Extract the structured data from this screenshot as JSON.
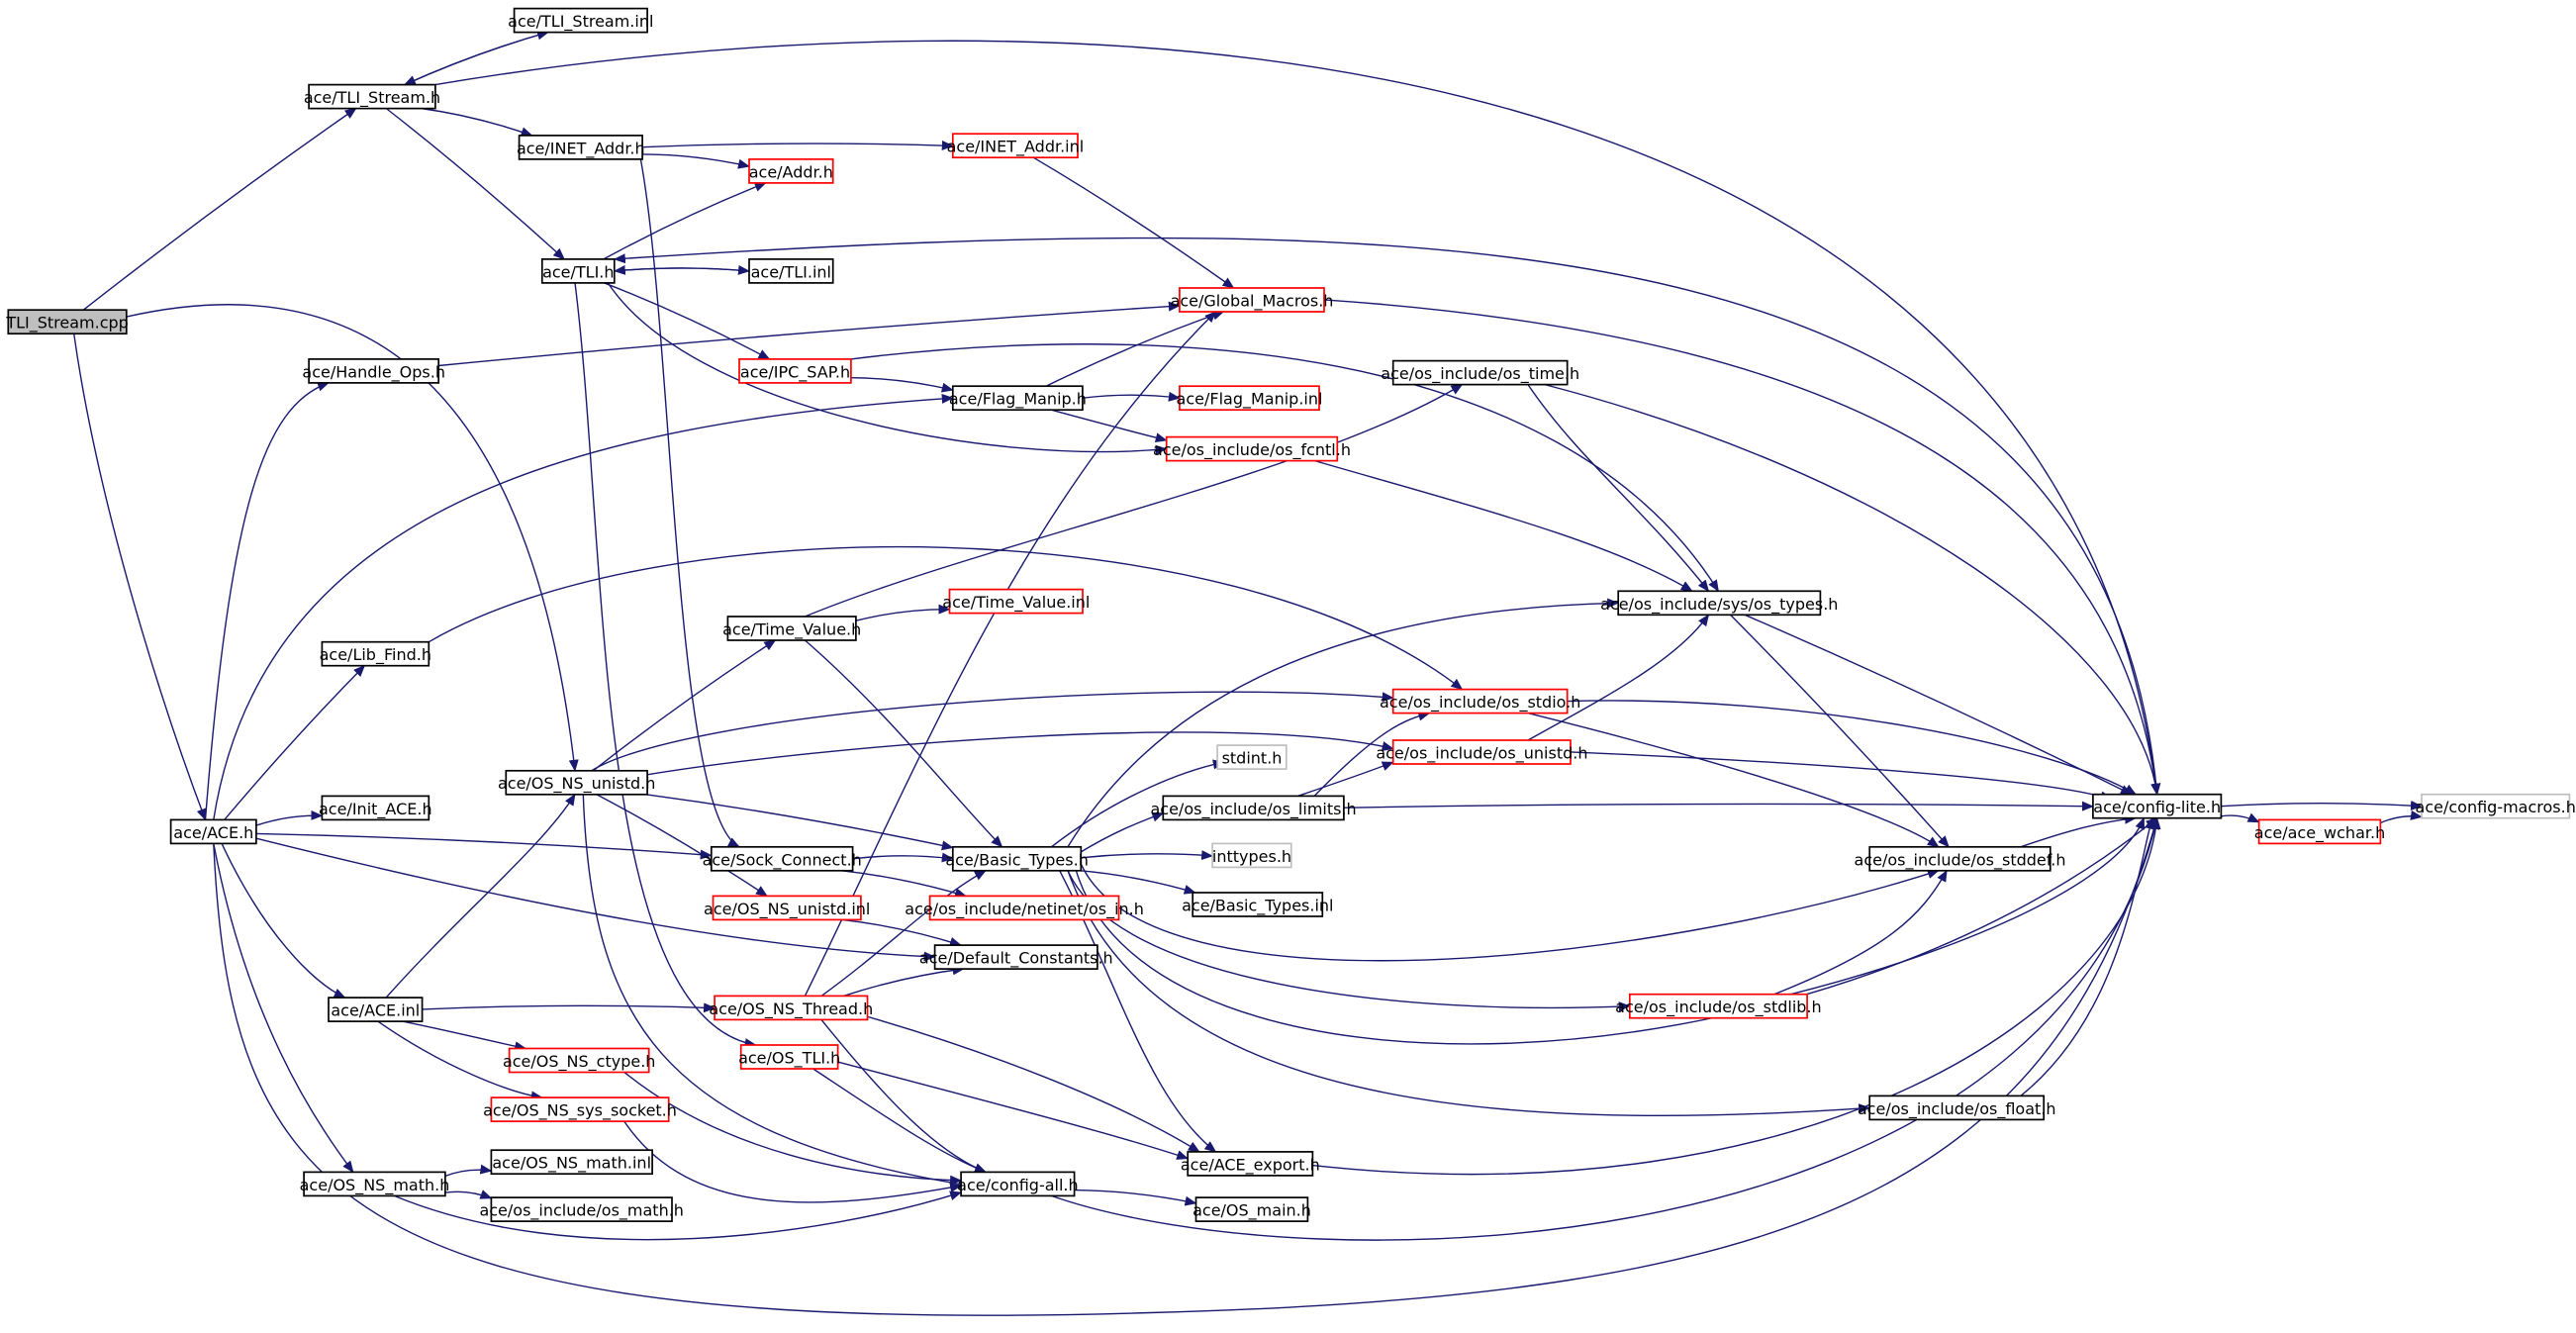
{
  "colors": {
    "edge": "#191970",
    "border_normal": "#000000",
    "border_incomplete": "#ff0000",
    "border_missing": "#bfbfbf",
    "root_fill": "#bfbfbf"
  },
  "nodes": [
    {
      "id": "tli_stream_cpp",
      "label": "TLI_Stream.cpp",
      "kind": "root"
    },
    {
      "id": "tli_stream_inl",
      "label": "ace/TLI_Stream.inl",
      "kind": "normal"
    },
    {
      "id": "tli_stream_h",
      "label": "ace/TLI_Stream.h",
      "kind": "normal"
    },
    {
      "id": "inet_addr_h",
      "label": "ace/INET_Addr.h",
      "kind": "normal"
    },
    {
      "id": "inet_addr_inl",
      "label": "ace/INET_Addr.inl",
      "kind": "incomplete"
    },
    {
      "id": "addr_h",
      "label": "ace/Addr.h",
      "kind": "incomplete"
    },
    {
      "id": "tli_h",
      "label": "ace/TLI.h",
      "kind": "normal"
    },
    {
      "id": "tli_inl",
      "label": "ace/TLI.inl",
      "kind": "normal"
    },
    {
      "id": "global_macros_h",
      "label": "ace/Global_Macros.h",
      "kind": "incomplete"
    },
    {
      "id": "handle_ops_h",
      "label": "ace/Handle_Ops.h",
      "kind": "normal"
    },
    {
      "id": "ipc_sap_h",
      "label": "ace/IPC_SAP.h",
      "kind": "incomplete"
    },
    {
      "id": "flag_manip_h",
      "label": "ace/Flag_Manip.h",
      "kind": "normal"
    },
    {
      "id": "flag_manip_inl",
      "label": "ace/Flag_Manip.inl",
      "kind": "incomplete"
    },
    {
      "id": "os_time_h",
      "label": "ace/os_include/os_time.h",
      "kind": "normal"
    },
    {
      "id": "os_fcntl_h",
      "label": "ace/os_include/os_fcntl.h",
      "kind": "incomplete"
    },
    {
      "id": "lib_find_h",
      "label": "ace/Lib_Find.h",
      "kind": "normal"
    },
    {
      "id": "time_value_h",
      "label": "ace/Time_Value.h",
      "kind": "normal"
    },
    {
      "id": "time_value_inl",
      "label": "ace/Time_Value.inl",
      "kind": "incomplete"
    },
    {
      "id": "sys_os_types_h",
      "label": "ace/os_include/sys/os_types.h",
      "kind": "normal"
    },
    {
      "id": "os_stdio_h",
      "label": "ace/os_include/os_stdio.h",
      "kind": "incomplete"
    },
    {
      "id": "os_unistd_h",
      "label": "ace/os_include/os_unistd.h",
      "kind": "incomplete"
    },
    {
      "id": "stdint_h",
      "label": "stdint.h",
      "kind": "missing"
    },
    {
      "id": "os_ns_unistd_h",
      "label": "ace/OS_NS_unistd.h",
      "kind": "normal"
    },
    {
      "id": "init_ace_h",
      "label": "ace/Init_ACE.h",
      "kind": "normal"
    },
    {
      "id": "ace_h",
      "label": "ace/ACE.h",
      "kind": "normal"
    },
    {
      "id": "os_limits_h",
      "label": "ace/os_include/os_limits.h",
      "kind": "normal"
    },
    {
      "id": "config_lite_h",
      "label": "ace/config-lite.h",
      "kind": "normal"
    },
    {
      "id": "config_macros_h",
      "label": "ace/config-macros.h",
      "kind": "missing"
    },
    {
      "id": "ace_wchar_h",
      "label": "ace/ace_wchar.h",
      "kind": "incomplete"
    },
    {
      "id": "inttypes_h",
      "label": "inttypes.h",
      "kind": "missing"
    },
    {
      "id": "sock_connect_h",
      "label": "ace/Sock_Connect.h",
      "kind": "normal"
    },
    {
      "id": "basic_types_h",
      "label": "ace/Basic_Types.h",
      "kind": "normal"
    },
    {
      "id": "os_stddef_h",
      "label": "ace/os_include/os_stddef.h",
      "kind": "normal"
    },
    {
      "id": "netinet_os_in_h",
      "label": "ace/os_include/netinet/os_in.h",
      "kind": "incomplete"
    },
    {
      "id": "os_ns_unistd_inl",
      "label": "ace/OS_NS_unistd.inl",
      "kind": "incomplete"
    },
    {
      "id": "basic_types_inl",
      "label": "ace/Basic_Types.inl",
      "kind": "normal"
    },
    {
      "id": "default_constants_h",
      "label": "ace/Default_Constants.h",
      "kind": "normal"
    },
    {
      "id": "ace_inl",
      "label": "ace/ACE.inl",
      "kind": "normal"
    },
    {
      "id": "os_ns_thread_h",
      "label": "ace/OS_NS_Thread.h",
      "kind": "incomplete"
    },
    {
      "id": "os_stdlib_h",
      "label": "ace/os_include/os_stdlib.h",
      "kind": "incomplete"
    },
    {
      "id": "os_ns_ctype_h",
      "label": "ace/OS_NS_ctype.h",
      "kind": "incomplete"
    },
    {
      "id": "os_tli_h",
      "label": "ace/OS_TLI.h",
      "kind": "incomplete"
    },
    {
      "id": "os_ns_sys_socket_h",
      "label": "ace/OS_NS_sys_socket.h",
      "kind": "incomplete"
    },
    {
      "id": "os_float_h",
      "label": "ace/os_include/os_float.h",
      "kind": "normal"
    },
    {
      "id": "ace_export_h",
      "label": "ace/ACE_export.h",
      "kind": "normal"
    },
    {
      "id": "os_ns_math_inl",
      "label": "ace/OS_NS_math.inl",
      "kind": "normal"
    },
    {
      "id": "os_ns_math_h",
      "label": "ace/OS_NS_math.h",
      "kind": "normal"
    },
    {
      "id": "config_all_h",
      "label": "ace/config-all.h",
      "kind": "normal"
    },
    {
      "id": "os_main_h",
      "label": "ace/OS_main.h",
      "kind": "normal"
    },
    {
      "id": "os_math_h",
      "label": "ace/os_include/os_math.h",
      "kind": "normal"
    }
  ],
  "edges": [
    [
      "tli_stream_cpp",
      "tli_stream_h"
    ],
    [
      "tli_stream_cpp",
      "os_ns_unistd_h"
    ],
    [
      "tli_stream_cpp",
      "ace_h"
    ],
    [
      "tli_stream_h",
      "tli_stream_inl"
    ],
    [
      "tli_stream_inl",
      "tli_stream_h"
    ],
    [
      "tli_stream_h",
      "inet_addr_h"
    ],
    [
      "tli_stream_h",
      "tli_h"
    ],
    [
      "tli_stream_h",
      "config_lite_h"
    ],
    [
      "inet_addr_h",
      "inet_addr_inl"
    ],
    [
      "inet_addr_h",
      "addr_h"
    ],
    [
      "inet_addr_h",
      "sock_connect_h"
    ],
    [
      "inet_addr_inl",
      "global_macros_h"
    ],
    [
      "tli_h",
      "addr_h"
    ],
    [
      "tli_h",
      "tli_inl"
    ],
    [
      "tli_inl",
      "tli_h"
    ],
    [
      "tli_h",
      "ipc_sap_h"
    ],
    [
      "tli_h",
      "os_fcntl_h"
    ],
    [
      "tli_h",
      "os_tli_h"
    ],
    [
      "config_lite_h",
      "tli_h"
    ],
    [
      "handle_ops_h",
      "global_macros_h"
    ],
    [
      "ipc_sap_h",
      "flag_manip_h"
    ],
    [
      "ipc_sap_h",
      "sys_os_types_h"
    ],
    [
      "flag_manip_h",
      "global_macros_h"
    ],
    [
      "flag_manip_h",
      "flag_manip_inl"
    ],
    [
      "flag_manip_h",
      "os_fcntl_h"
    ],
    [
      "global_macros_h",
      "config_lite_h"
    ],
    [
      "os_time_h",
      "sys_os_types_h"
    ],
    [
      "os_time_h",
      "config_lite_h"
    ],
    [
      "os_fcntl_h",
      "sys_os_types_h"
    ],
    [
      "lib_find_h",
      "os_stdio_h"
    ],
    [
      "time_value_h",
      "os_time_h"
    ],
    [
      "time_value_h",
      "time_value_inl"
    ],
    [
      "time_value_h",
      "basic_types_h"
    ],
    [
      "sys_os_types_h",
      "os_stddef_h"
    ],
    [
      "sys_os_types_h",
      "config_lite_h"
    ],
    [
      "os_stdio_h",
      "config_lite_h"
    ],
    [
      "os_stdio_h",
      "os_stddef_h"
    ],
    [
      "os_unistd_h",
      "config_lite_h"
    ],
    [
      "os_unistd_h",
      "sys_os_types_h"
    ],
    [
      "os_ns_unistd_h",
      "time_value_h"
    ],
    [
      "os_ns_unistd_h",
      "os_stdio_h"
    ],
    [
      "os_ns_unistd_h",
      "os_unistd_h"
    ],
    [
      "os_ns_unistd_h",
      "basic_types_h"
    ],
    [
      "os_ns_unistd_h",
      "os_ns_unistd_inl"
    ],
    [
      "os_ns_unistd_h",
      "config_all_h"
    ],
    [
      "ace_h",
      "handle_ops_h"
    ],
    [
      "ace_h",
      "flag_manip_h"
    ],
    [
      "ace_h",
      "lib_find_h"
    ],
    [
      "ace_h",
      "init_ace_h"
    ],
    [
      "ace_h",
      "sock_connect_h"
    ],
    [
      "ace_h",
      "default_constants_h"
    ],
    [
      "ace_h",
      "ace_inl"
    ],
    [
      "ace_h",
      "os_ns_math_h"
    ],
    [
      "ace_h",
      "config_lite_h"
    ],
    [
      "os_limits_h",
      "os_unistd_h"
    ],
    [
      "os_limits_h",
      "os_stdio_h"
    ],
    [
      "os_limits_h",
      "config_lite_h"
    ],
    [
      "config_lite_h",
      "config_macros_h"
    ],
    [
      "config_lite_h",
      "ace_wchar_h"
    ],
    [
      "ace_wchar_h",
      "config_macros_h"
    ],
    [
      "sock_connect_h",
      "basic_types_h"
    ],
    [
      "sock_connect_h",
      "netinet_os_in_h"
    ],
    [
      "basic_types_h",
      "stdint_h"
    ],
    [
      "basic_types_h",
      "os_limits_h"
    ],
    [
      "basic_types_h",
      "inttypes_h"
    ],
    [
      "basic_types_h",
      "basic_types_inl"
    ],
    [
      "basic_types_h",
      "sys_os_types_h"
    ],
    [
      "basic_types_h",
      "os_stddef_h"
    ],
    [
      "basic_types_h",
      "os_stdlib_h"
    ],
    [
      "basic_types_h",
      "os_float_h"
    ],
    [
      "basic_types_h",
      "ace_export_h"
    ],
    [
      "basic_types_h",
      "config_lite_h"
    ],
    [
      "os_stddef_h",
      "config_lite_h"
    ],
    [
      "os_ns_unistd_inl",
      "default_constants_h"
    ],
    [
      "ace_inl",
      "os_ns_unistd_h"
    ],
    [
      "ace_inl",
      "os_ns_thread_h"
    ],
    [
      "ace_inl",
      "os_ns_ctype_h"
    ],
    [
      "ace_inl",
      "os_ns_sys_socket_h"
    ],
    [
      "os_ns_thread_h",
      "basic_types_h"
    ],
    [
      "os_ns_thread_h",
      "global_macros_h"
    ],
    [
      "os_ns_thread_h",
      "default_constants_h"
    ],
    [
      "os_ns_thread_h",
      "ace_export_h"
    ],
    [
      "os_ns_thread_h",
      "config_all_h"
    ],
    [
      "os_stdlib_h",
      "os_stddef_h"
    ],
    [
      "os_stdlib_h",
      "config_lite_h"
    ],
    [
      "os_ns_ctype_h",
      "config_all_h"
    ],
    [
      "os_tli_h",
      "ace_export_h"
    ],
    [
      "os_tli_h",
      "config_all_h"
    ],
    [
      "os_ns_sys_socket_h",
      "config_all_h"
    ],
    [
      "os_float_h",
      "config_lite_h"
    ],
    [
      "ace_export_h",
      "config_lite_h"
    ],
    [
      "os_ns_math_h",
      "os_ns_math_inl"
    ],
    [
      "os_ns_math_h",
      "os_math_h"
    ],
    [
      "os_ns_math_h",
      "config_all_h"
    ],
    [
      "config_all_h",
      "os_main_h"
    ],
    [
      "config_all_h",
      "config_lite_h"
    ]
  ]
}
